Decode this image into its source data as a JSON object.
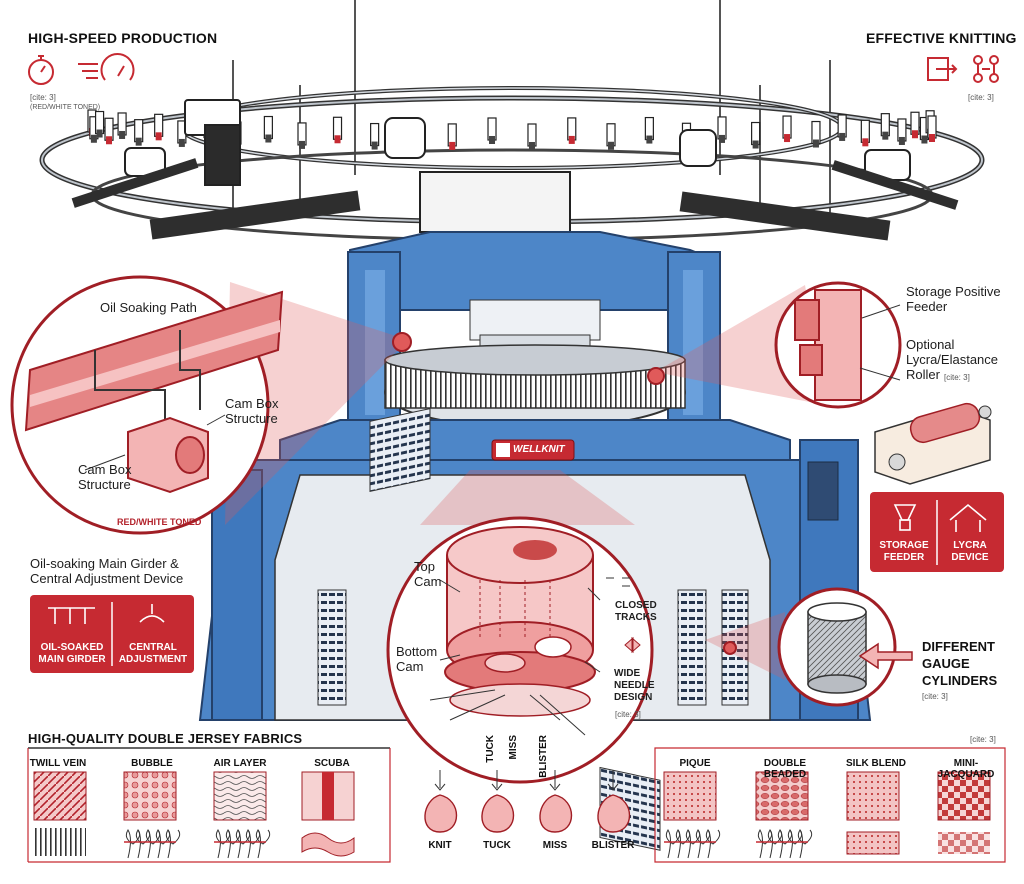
{
  "colors": {
    "machine_blue": "#4d86c8",
    "machine_blue_dark": "#2f5f9c",
    "accent_red": "#c62a32",
    "pale_red": "#f2c3c3",
    "cream": "#f7f1ea",
    "ink": "#1e1e1e"
  },
  "header_left": {
    "title": "HIGH-SPEED PRODUCTION",
    "cite": "[cite: 3]",
    "note": "(RED/WHITE TONED)",
    "icons": [
      "stopwatch-icon",
      "speedometer-icon"
    ]
  },
  "header_right": {
    "title": "EFFECTIVE KNITTING",
    "cite": "[cite: 3]",
    "icons": [
      "feed-arrow-icon",
      "flow-chart-icon"
    ]
  },
  "brand": "WELLKNIT",
  "girder_callout": {
    "path_label": "Oil Soaking Path",
    "cam_box_label_1": "Cam Box Structure",
    "cam_box_label_2": "Cam Box Structure",
    "tone_note": "RED/WHITE TONED",
    "caption": "Oil-soaking Main Girder & Central Adjustment Device",
    "badge_left": "OIL-SOAKED MAIN GIRDER",
    "badge_right": "CENTRAL ADJUSTMENT"
  },
  "feeder_callout": {
    "storage_label": "Storage Positive Feeder",
    "lycra_label": "Optional Lycra/Elastance Roller",
    "cite": "[cite: 3]",
    "badge_left": "STORAGE FEEDER",
    "badge_right": "LYCRA DEVICE"
  },
  "cam_callout": {
    "top_cam": "Top Cam",
    "bottom_cam": "Bottom Cam",
    "closed_tracks": "CLOSED TRACKS",
    "wide_needle": "WIDE NEEDLE DESIGN",
    "cite": "[cite: 3]",
    "pointers": [
      "TUCK",
      "MISS",
      "BLISTER"
    ],
    "stitches": [
      "KNIT",
      "TUCK",
      "MISS",
      "BLISTER"
    ]
  },
  "cylinder_callout": {
    "label": "DIFFERENT GAUGE CYLINDERS",
    "cite": "[cite: 3]"
  },
  "fabrics": {
    "title": "HIGH-QUALITY DOUBLE JERSEY FABRICS",
    "cite": "[cite: 3]",
    "left": [
      "TWILL VEIN",
      "BUBBLE",
      "AIR LAYER",
      "SCUBA"
    ],
    "right": [
      "PIQUE",
      "DOUBLE BEADED",
      "SILK BLEND",
      "MINI-JACQUARD"
    ]
  }
}
